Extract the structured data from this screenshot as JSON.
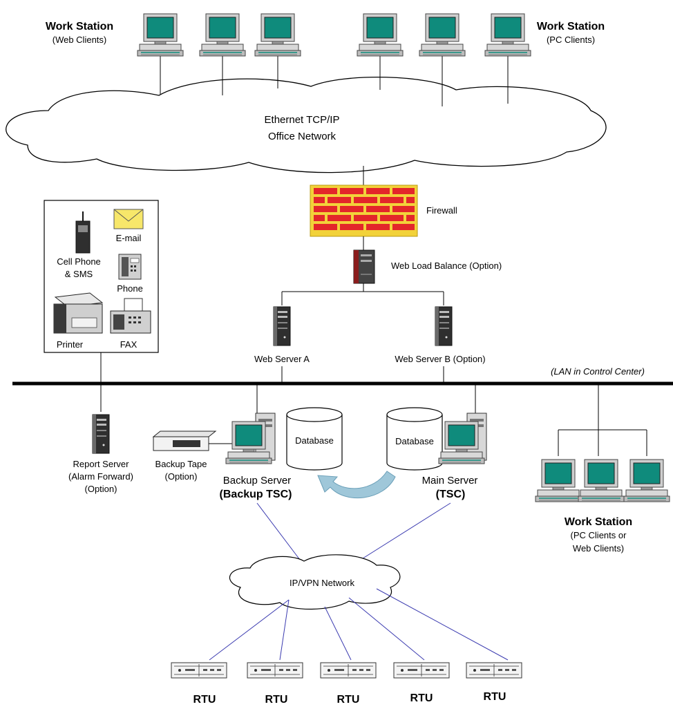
{
  "workstation_web": {
    "title": "Work Station",
    "subtitle": "(Web Clients)"
  },
  "workstation_pc": {
    "title": "Work Station",
    "subtitle": "(PC Clients)"
  },
  "office_network": {
    "line1": "Ethernet TCP/IP",
    "line2": "Office Network"
  },
  "firewall": {
    "label": "Firewall"
  },
  "load_balance": {
    "label": "Web Load Balance (Option)"
  },
  "notify_box": {
    "cell_phone_1": "Cell Phone",
    "cell_phone_2": "& SMS",
    "email": "E-mail",
    "phone": "Phone",
    "printer": "Printer",
    "fax": "FAX"
  },
  "web_server_a": {
    "label": "Web Server A"
  },
  "web_server_b": {
    "label": "Web Server B (Option)"
  },
  "lan": {
    "label": "(LAN in Control Center)"
  },
  "report_server": {
    "line1": "Report Server",
    "line2": "(Alarm Forward)",
    "line3": "(Option)"
  },
  "backup_tape": {
    "line1": "Backup Tape",
    "line2": "(Option)"
  },
  "backup_server": {
    "line1": "Backup Server",
    "line2": "(Backup TSC)"
  },
  "database_backup": {
    "label": "Database"
  },
  "database_main": {
    "label": "Database"
  },
  "main_server": {
    "line1": "Main Server",
    "line2": "(TSC)"
  },
  "workstation_lan": {
    "title": "Work Station",
    "line1": "(PC Clients or",
    "line2": "Web Clients)"
  },
  "vpn_network": {
    "label": "IP/VPN Network"
  },
  "rtus": [
    "RTU",
    "RTU",
    "RTU",
    "RTU",
    "RTU"
  ],
  "colors": {
    "firewall_brick": "#e3262a",
    "firewall_mortar": "#f2d23a",
    "monitor_screen": "#0f8b7c",
    "monitor_body": "#cfcfcf",
    "server_body": "#2f2f2f",
    "vpn_link": "#3b3bb0",
    "sync_arrow": "#9fc7d9"
  }
}
